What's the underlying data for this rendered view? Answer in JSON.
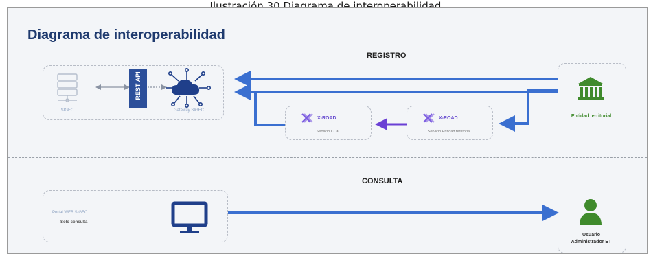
{
  "caption": "Ilustración 30.Diagrama de interoperabilidad",
  "diagram": {
    "title": "Diagrama de interoperabilidad",
    "sections": {
      "registro": "REGISTRO",
      "consulta": "CONSULTA"
    },
    "nodes": {
      "sigec": "SIGEC",
      "rest_api": "REST API",
      "gateway": "Gateway SIGEC",
      "xroad_ccx_title": "X-ROAD",
      "xroad_ccx_sub": "Servicio CCX",
      "xroad_et_title": "X-ROAD",
      "xroad_et_sub": "Servicio Entidad territorial",
      "entidad": "Entidad territorial",
      "portal_title": "Portal WEB SIGEC",
      "portal_sub": "Solo consulta",
      "usuario_line1": "Usuario",
      "usuario_line2": "Administrador ET"
    },
    "colors": {
      "arrow_blue": "#3a6fd0",
      "arrow_purple": "#6a3fd4",
      "icon_navy": "#1f3f8a",
      "icon_green": "#3f8a2c",
      "xroad_purple": "#7b5ce0"
    }
  }
}
